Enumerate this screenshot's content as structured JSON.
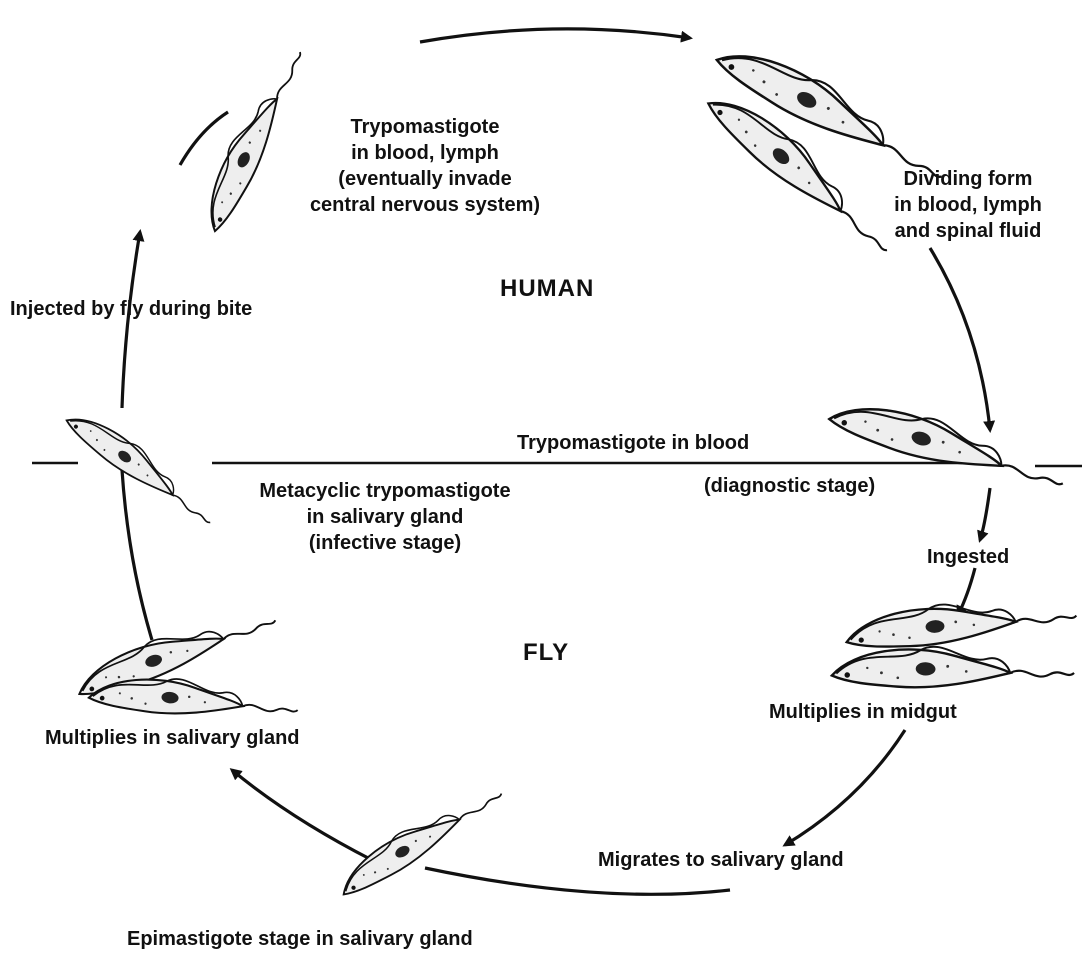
{
  "regions": {
    "human": "HUMAN",
    "fly": "FLY"
  },
  "stages": {
    "trypomastigote_blood_lymph": [
      "Trypomastigote",
      "in blood, lymph",
      "(eventually invade",
      "central nervous system)"
    ],
    "dividing_form": [
      "Dividing form",
      "in blood, lymph",
      "and spinal fluid"
    ],
    "trypomastigote_in_blood": "Trypomastigote in blood",
    "diagnostic_stage": "(diagnostic stage)",
    "ingested": "Ingested",
    "multiplies_midgut": "Multiplies in midgut",
    "migrates": "Migrates to salivary gland",
    "epimastigote": "Epimastigote stage in salivary gland",
    "multiplies_salivary": "Multiplies in salivary gland",
    "metacyclic": [
      "Metacyclic trypomastigote",
      "in salivary gland",
      "(infective stage)"
    ],
    "injected": "Injected by fly during bite"
  },
  "colors": {
    "ink": "#111111",
    "parasite_fill": "#eeeeee"
  }
}
